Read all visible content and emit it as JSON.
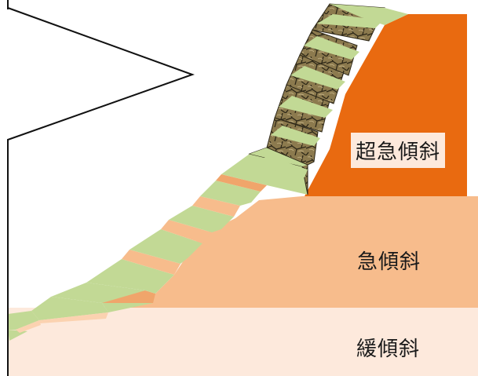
{
  "labels": {
    "super_steep": "超急傾斜",
    "steep": "急傾斜",
    "gentle": "緩傾斜"
  },
  "colors": {
    "super_steep_zone": "#e96a10",
    "steep_zone": "#f7bc8c",
    "gentle_zone": "#fde9dc",
    "terrace_top": "#c2d995",
    "terrace_riser_light": "#fbd2b0",
    "terrace_riser_dark": "#f0a56b",
    "stone_fill": "#8c7a4e",
    "stone_edge": "#3b3320",
    "outline": "#111111"
  },
  "icons": {
    "stone_wall": "stone-wall-icon",
    "callout": "callout-outline"
  }
}
